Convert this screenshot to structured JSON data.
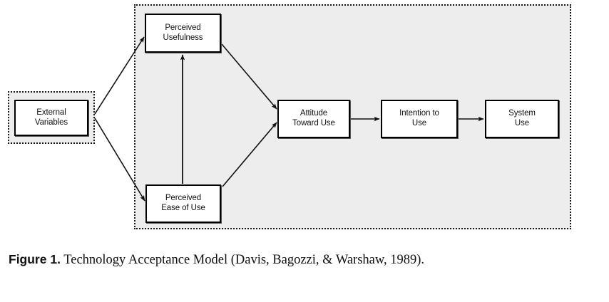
{
  "figure": {
    "caption_label": "Figure 1.",
    "caption_text": " Technology Acceptance Model (Davis, Bagozzi, & Warshaw, 1989)."
  },
  "colors": {
    "shaded_region": "#ededed",
    "node_fill": "#ffffff",
    "stroke": "#000000",
    "dotted_border": "#1a1a1a",
    "page_background": "#ffffff",
    "text": "#111111"
  },
  "diagram": {
    "type": "flowchart",
    "title": "Technology Acceptance Model",
    "regions": [
      {
        "id": "external-variables-region",
        "label": "",
        "style": "dotted",
        "fill": "#ededed"
      },
      {
        "id": "model-region",
        "label": "",
        "style": "dotted",
        "fill": "#ededed"
      }
    ],
    "nodes": [
      {
        "id": "external-variables",
        "label": "External\nVariables"
      },
      {
        "id": "perceived-usefulness",
        "label": "Perceived\nUsefulness"
      },
      {
        "id": "perceived-ease-of-use",
        "label": "Perceived\nEase of Use"
      },
      {
        "id": "attitude-toward-use",
        "label": "Attitude\nToward Use"
      },
      {
        "id": "intention-to-use",
        "label": "Intention to\nUse"
      },
      {
        "id": "system-use",
        "label": "System\nUse"
      }
    ],
    "edges": [
      {
        "from": "external-variables",
        "to": "perceived-usefulness",
        "arrow": "single"
      },
      {
        "from": "external-variables",
        "to": "perceived-ease-of-use",
        "arrow": "single"
      },
      {
        "from": "perceived-ease-of-use",
        "to": "perceived-usefulness",
        "arrow": "single"
      },
      {
        "from": "perceived-usefulness",
        "to": "attitude-toward-use",
        "arrow": "single"
      },
      {
        "from": "perceived-ease-of-use",
        "to": "attitude-toward-use",
        "arrow": "single"
      },
      {
        "from": "attitude-toward-use",
        "to": "intention-to-use",
        "arrow": "single"
      },
      {
        "from": "intention-to-use",
        "to": "system-use",
        "arrow": "single"
      }
    ]
  }
}
